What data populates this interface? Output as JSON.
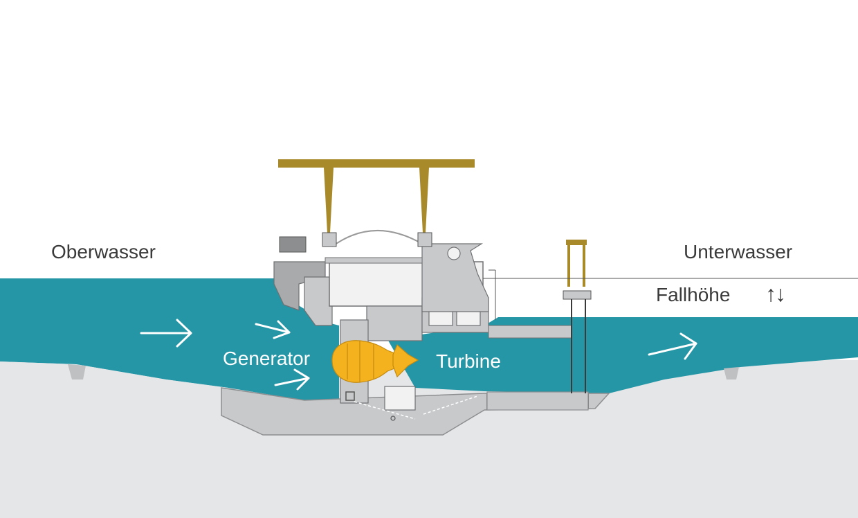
{
  "labels": {
    "upstream": "Oberwasser",
    "downstream": "Unterwasser",
    "head": "Fallhöhe",
    "head_symbol": "↑↓",
    "generator": "Generator",
    "turbine": "Turbine"
  },
  "colors": {
    "water": "#2596a6",
    "ground": "#e5e6e8",
    "concrete": "#c8c9cb",
    "concrete_dark": "#a9aaac",
    "structure_light": "#f2f2f2",
    "crane": "#a88a2a",
    "generator": "#f5b21f",
    "line": "#555555",
    "flow_arrow": "#ffffff"
  },
  "icons": {
    "flow_arrow": "flow-arrow-icon",
    "head_indicator": "up-down-arrow-icon"
  }
}
